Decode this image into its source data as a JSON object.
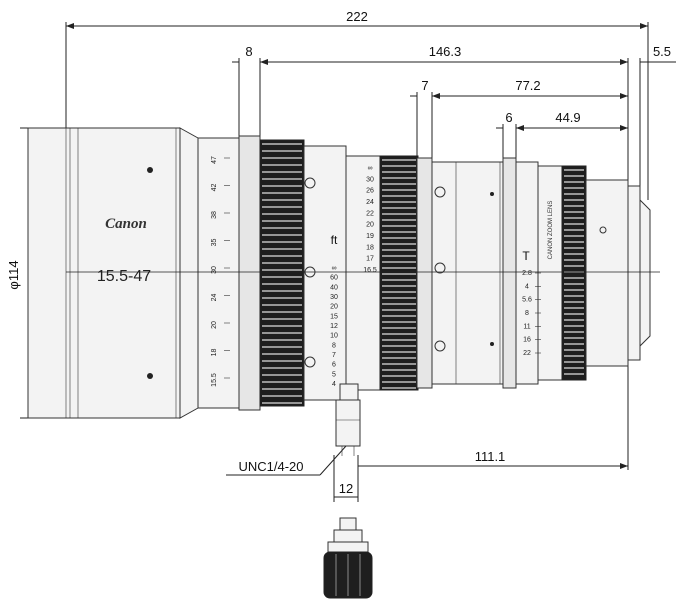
{
  "dimensions": {
    "overall_length": "222",
    "length_146": "146.3",
    "length_77": "77.2",
    "length_44": "44.9",
    "length_111": "111.1",
    "ring_width_8": "8",
    "ring_width_7": "7",
    "ring_width_6": "6",
    "mount_5_5": "5.5",
    "diameter": "φ114",
    "thread": "UNC1/4-20",
    "grip_width": "12"
  },
  "lens_markings": {
    "brand": "Canon",
    "focal_range": "15.5-47",
    "focus_unit": "ft",
    "iris_unit": "T",
    "model_text": "CANON ZOOM LENS",
    "zoom_scale": [
      "47",
      "42",
      "38",
      "35",
      "30",
      "24",
      "20",
      "18",
      "15.5"
    ],
    "focus_scale": [
      "∞",
      "60",
      "40",
      "30",
      "20",
      "15",
      "12",
      "10",
      "8",
      "7",
      "6",
      "5",
      "4"
    ],
    "focus_scale_m": [
      "∞",
      "30",
      "26",
      "24",
      "22",
      "20",
      "19",
      "18",
      "17",
      "16.5"
    ],
    "iris_scale": [
      "2.8",
      "4",
      "5.6",
      "8",
      "11",
      "16",
      "22"
    ]
  },
  "icons": {
    "screw": "screw-head-icon",
    "grip_knob": "grip-knob-icon"
  }
}
